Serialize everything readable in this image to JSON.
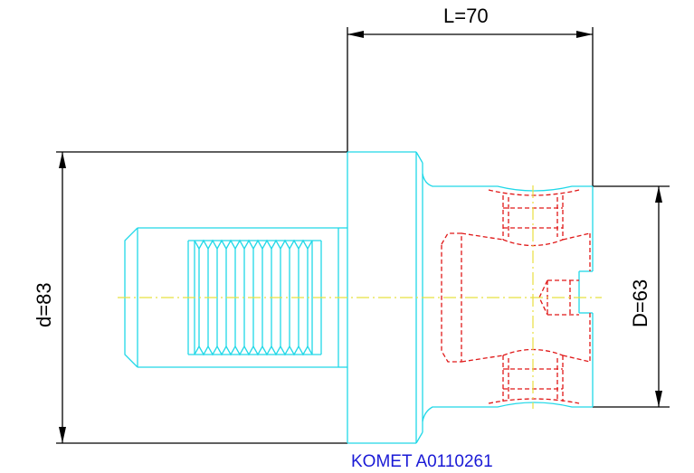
{
  "drawing": {
    "dimensions": {
      "length_label": "L=70",
      "large_diameter_label": "d=83",
      "small_diameter_label": "D=63"
    },
    "caption": "KOMET A0110261",
    "colors": {
      "dimension_lines": "#000000",
      "outline": "#20d8e8",
      "hidden_lines": "#e01818",
      "centerline": "#e8e040",
      "caption": "#1a1ad6"
    }
  }
}
